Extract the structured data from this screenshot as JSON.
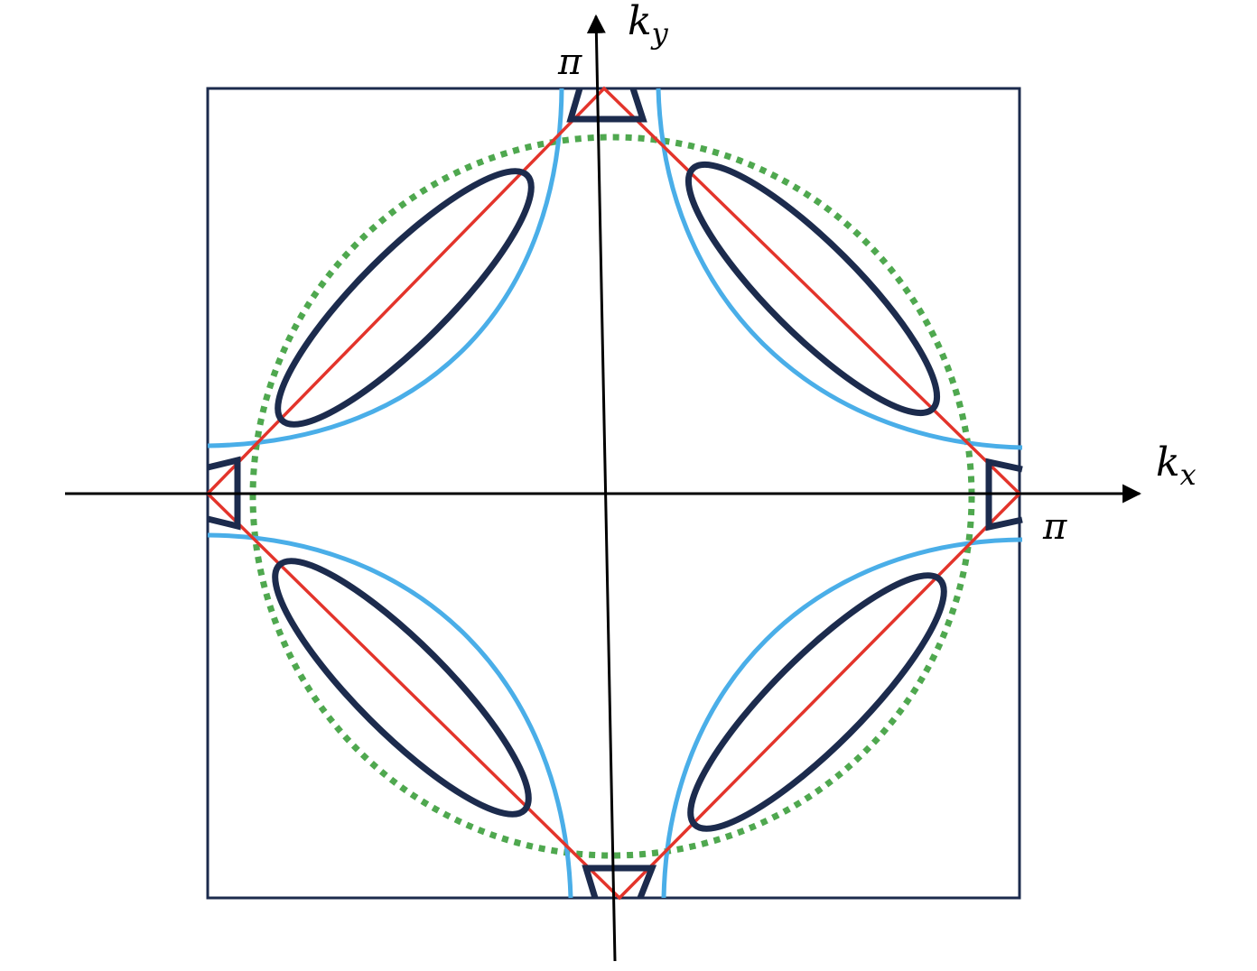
{
  "diagram": {
    "axes": {
      "x_label": "k",
      "x_subscript": "x",
      "y_label": "k",
      "y_subscript": "y",
      "x_tick": "π",
      "y_tick": "π"
    },
    "colors": {
      "brillouin_zone": "#1c2b4d",
      "pockets": "#1c2b4d",
      "diamond": "#e3342b",
      "blue_fermi_surface": "#4aaee8",
      "dotted_circle": "#4fa84f",
      "axes": "#000000"
    }
  }
}
